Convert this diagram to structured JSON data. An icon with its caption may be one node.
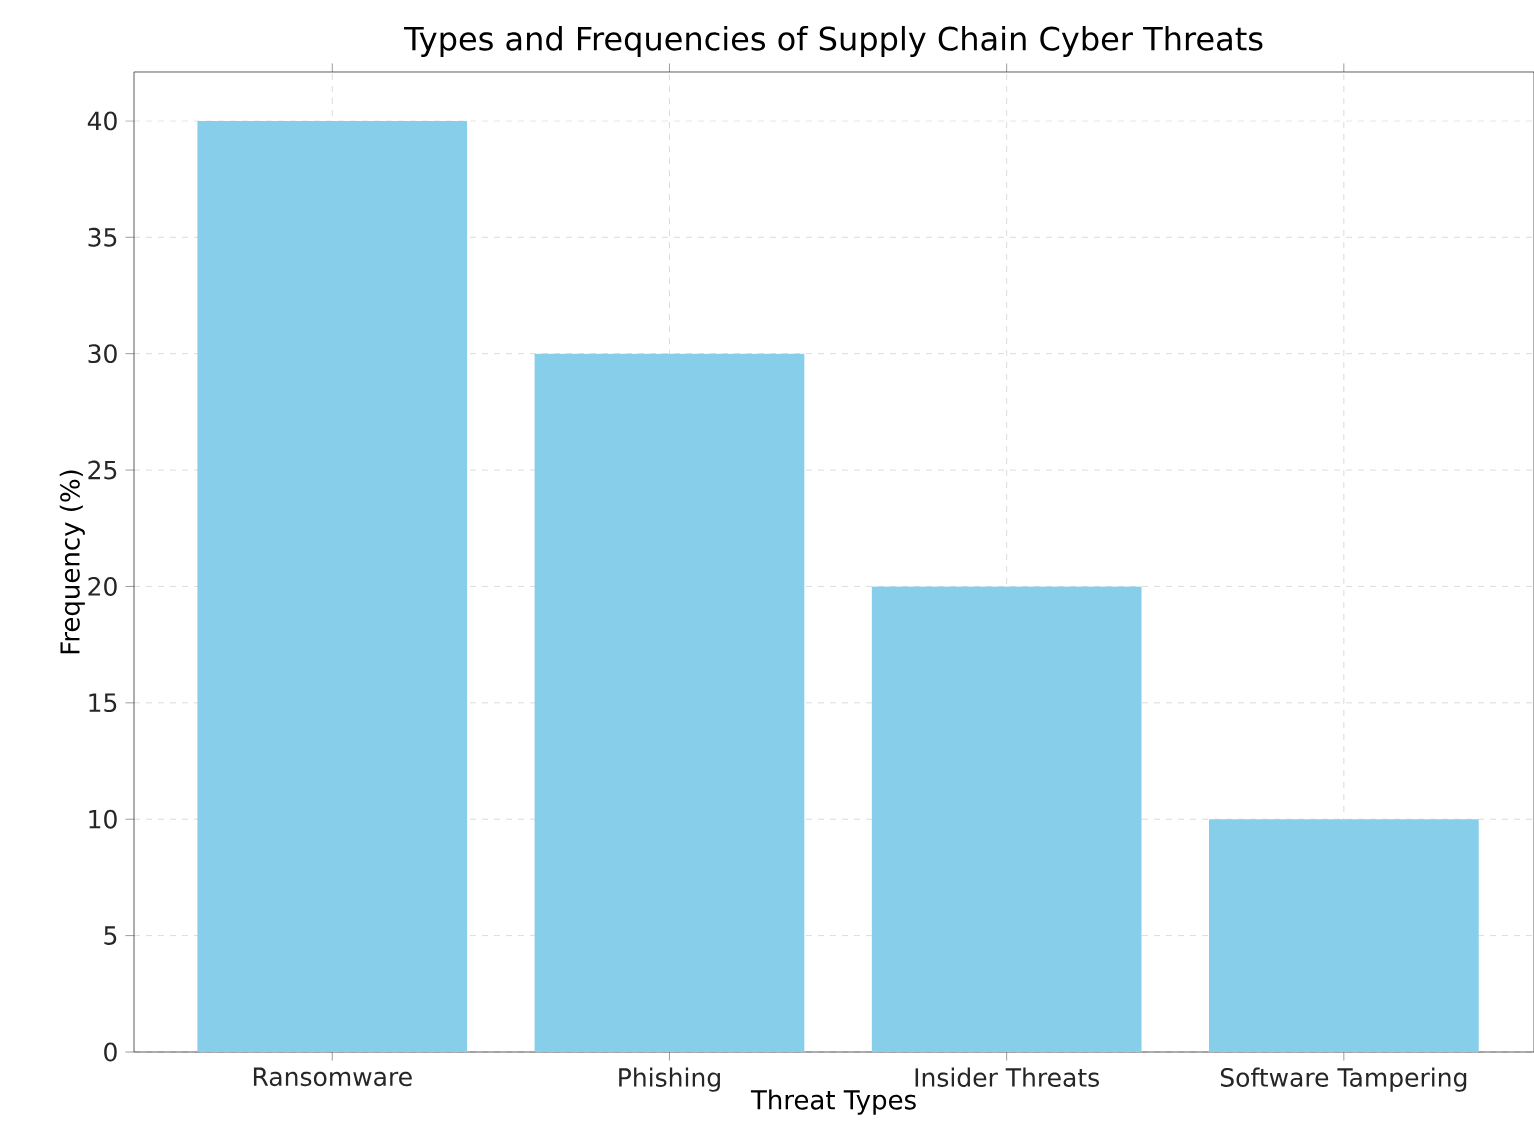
{
  "diagram": {
    "chart_data": {
      "type": "bar",
      "title": "Types and Frequencies of Supply Chain Cyber Threats",
      "xlabel": "Threat Types",
      "ylabel": "Frequency (%)",
      "categories": [
        "Ransomware",
        "Phishing",
        "Insider Threats",
        "Software Tampering"
      ],
      "series": [
        {
          "color": "#87ceeb",
          "values": [
            40,
            30,
            20,
            10
          ]
        }
      ],
      "ylim": [
        0,
        42.1
      ],
      "yticks": [
        0,
        5,
        10,
        15,
        20,
        25,
        30,
        35,
        40
      ],
      "grid": true
    }
  }
}
